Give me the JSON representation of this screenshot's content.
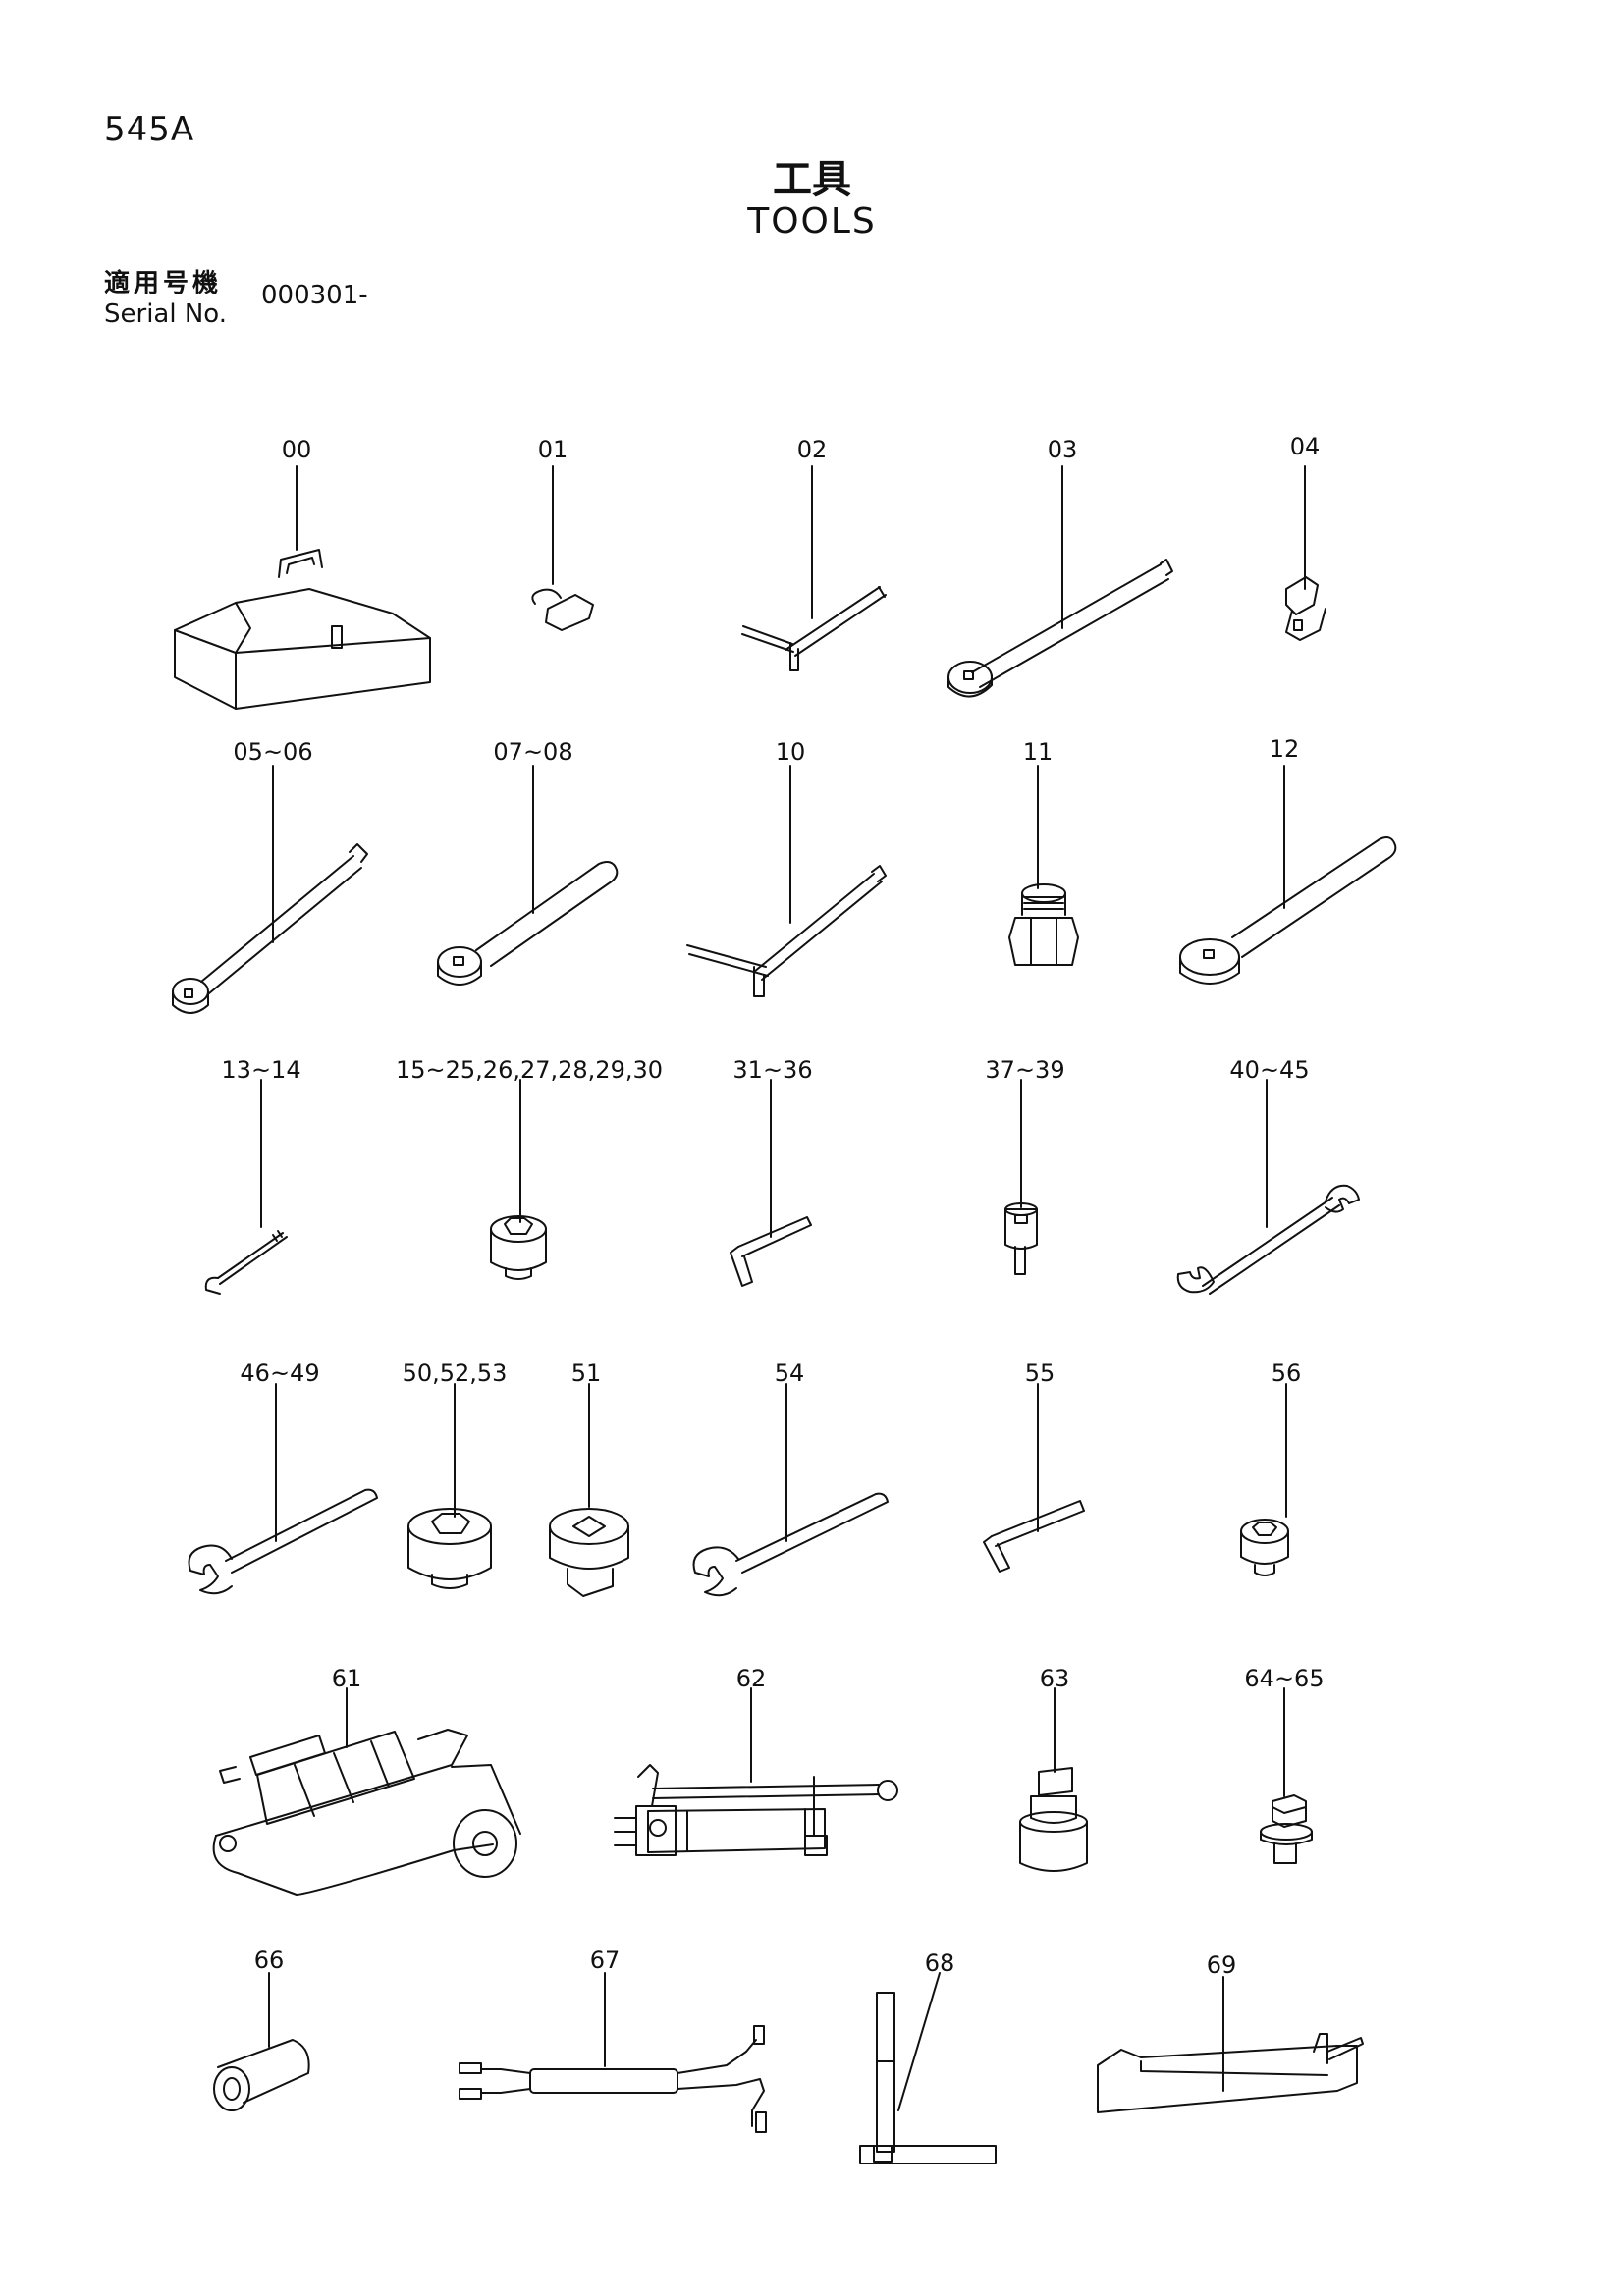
{
  "header": {
    "page_code": "545A",
    "title_jp": "工具",
    "title_en": "TOOLS",
    "serial_label_jp": "適用号機",
    "serial_label_en": "Serial No.",
    "serial_value": "000301-"
  },
  "parts": [
    {
      "label": "00",
      "icon": "toolbox-icon"
    },
    {
      "label": "01",
      "icon": "key-icon"
    },
    {
      "label": "02",
      "icon": "t-wrench-icon"
    },
    {
      "label": "03",
      "icon": "socket-handle-icon"
    },
    {
      "label": "04",
      "icon": "universal-joint-icon"
    },
    {
      "label": "05~06",
      "icon": "extension-bar-icon"
    },
    {
      "label": "07~08",
      "icon": "ratchet-handle-icon"
    },
    {
      "label": "10",
      "icon": "t-handle-icon"
    },
    {
      "label": "11",
      "icon": "adapter-nut-icon"
    },
    {
      "label": "12",
      "icon": "ratchet-wrench-icon"
    },
    {
      "label": "13~14",
      "icon": "hex-key-icon"
    },
    {
      "label": "15~25,26,27,28,29,30",
      "icon": "socket-icon"
    },
    {
      "label": "31~36",
      "icon": "hex-key-icon"
    },
    {
      "label": "37~39",
      "icon": "bit-socket-icon"
    },
    {
      "label": "40~45",
      "icon": "double-open-wrench-icon"
    },
    {
      "label": "46~49",
      "icon": "open-wrench-icon"
    },
    {
      "label": "50,52,53",
      "icon": "socket-icon"
    },
    {
      "label": "51",
      "icon": "square-drive-socket-icon"
    },
    {
      "label": "54",
      "icon": "open-wrench-icon"
    },
    {
      "label": "55",
      "icon": "hex-key-icon"
    },
    {
      "label": "56",
      "icon": "socket-icon"
    },
    {
      "label": "61",
      "icon": "hydraulic-wrench-icon"
    },
    {
      "label": "62",
      "icon": "hand-pump-icon"
    },
    {
      "label": "63",
      "icon": "adapter-icon"
    },
    {
      "label": "64~65",
      "icon": "square-adapter-icon"
    },
    {
      "label": "66",
      "icon": "sleeve-icon"
    },
    {
      "label": "67",
      "icon": "hose-assembly-icon"
    },
    {
      "label": "68",
      "icon": "t-bar-icon"
    },
    {
      "label": "69",
      "icon": "lever-icon"
    }
  ]
}
